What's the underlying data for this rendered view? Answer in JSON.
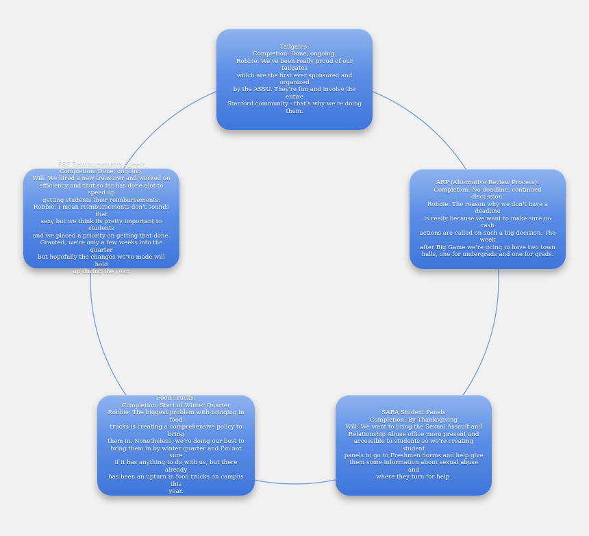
{
  "diagram": {
    "ring_color": "#7fa2d6",
    "box_color_top": "#8fb3ee",
    "box_color_bottom": "#3f76dc",
    "nodes": [
      {
        "id": "tailgates",
        "lines": [
          "Tailgates:",
          "Completion: Done, ongoing.",
          "Robbie: We've been really proud of our tailgates",
          "which are the first ever sponsored and organized",
          "by the ASSU. They're fun and involve the entire",
          "Stanford community - that's why we're doing",
          "them."
        ]
      },
      {
        "id": "arp",
        "lines": [
          "ARP (Alternative Review Process):",
          "Completion: No deadline, continued discussion.",
          "Robbie: The reason why we don't have a deadline",
          "is really because we want to make sure no rash",
          "actions are called on such a big decision. The week",
          "after Big Game we're going to have two town",
          "halls, one for undergrads and one for grads."
        ]
      },
      {
        "id": "sara",
        "lines": [
          "SARA Student Panels",
          "Completion: By Thanksgiving",
          "Will: We want to bring the Sexual Assault and",
          "Relationship Abuse office more present and",
          "accessible to students so we're creating student",
          "panels to go to Freshmen dorms and help give",
          "them some information about sexual abuse and",
          "where they turn for help."
        ]
      },
      {
        "id": "food",
        "lines": [
          "Food Trucks:",
          "Completion: Start of Winter Quarter",
          "Robbie: The biggest problem with bringing in food",
          "trucks is creating a comprehensive policy to bring",
          "them in. Nonetheless, we're doing our best to",
          "bring them in by winter quarter and I'm not sure",
          "if it has anything to do with us, but there already",
          "has been an upturn in food trucks on campus this",
          "year."
        ]
      },
      {
        "id": "sse",
        "lines": [
          "SSE Reimbursements Speed:",
          "Completion: Done, ongoing.",
          "Will: We hired a new treasurer and worked on",
          "efficiency and that so far has done alot to speed up",
          "getting students their reimbursements.",
          "Robbie: I mean reimbursements don't sounds that",
          "sexy but we think its pretty important to students",
          "and we placed a priority on getting that done.",
          "Granted, we're only a few weeks into the quarter",
          "but hopefully the changes we've made will hold",
          "up during the year."
        ]
      }
    ]
  }
}
